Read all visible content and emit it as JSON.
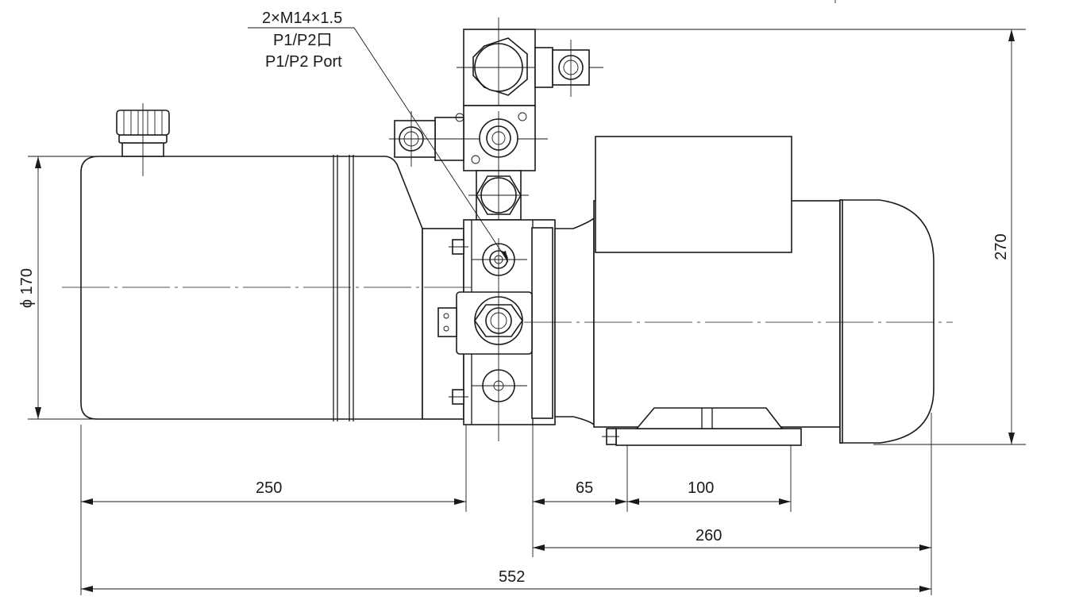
{
  "annotation": {
    "thread": "2×M14×1.5",
    "port_cn": "P1/P2口",
    "port_en": "P1/P2 Port"
  },
  "dimensions": {
    "tank_diameter": "ϕ 170",
    "overall_height": "270",
    "tank_length": "250",
    "mount_offset": "65",
    "foot_length": "100",
    "motor_length": "260",
    "overall_length": "552"
  }
}
